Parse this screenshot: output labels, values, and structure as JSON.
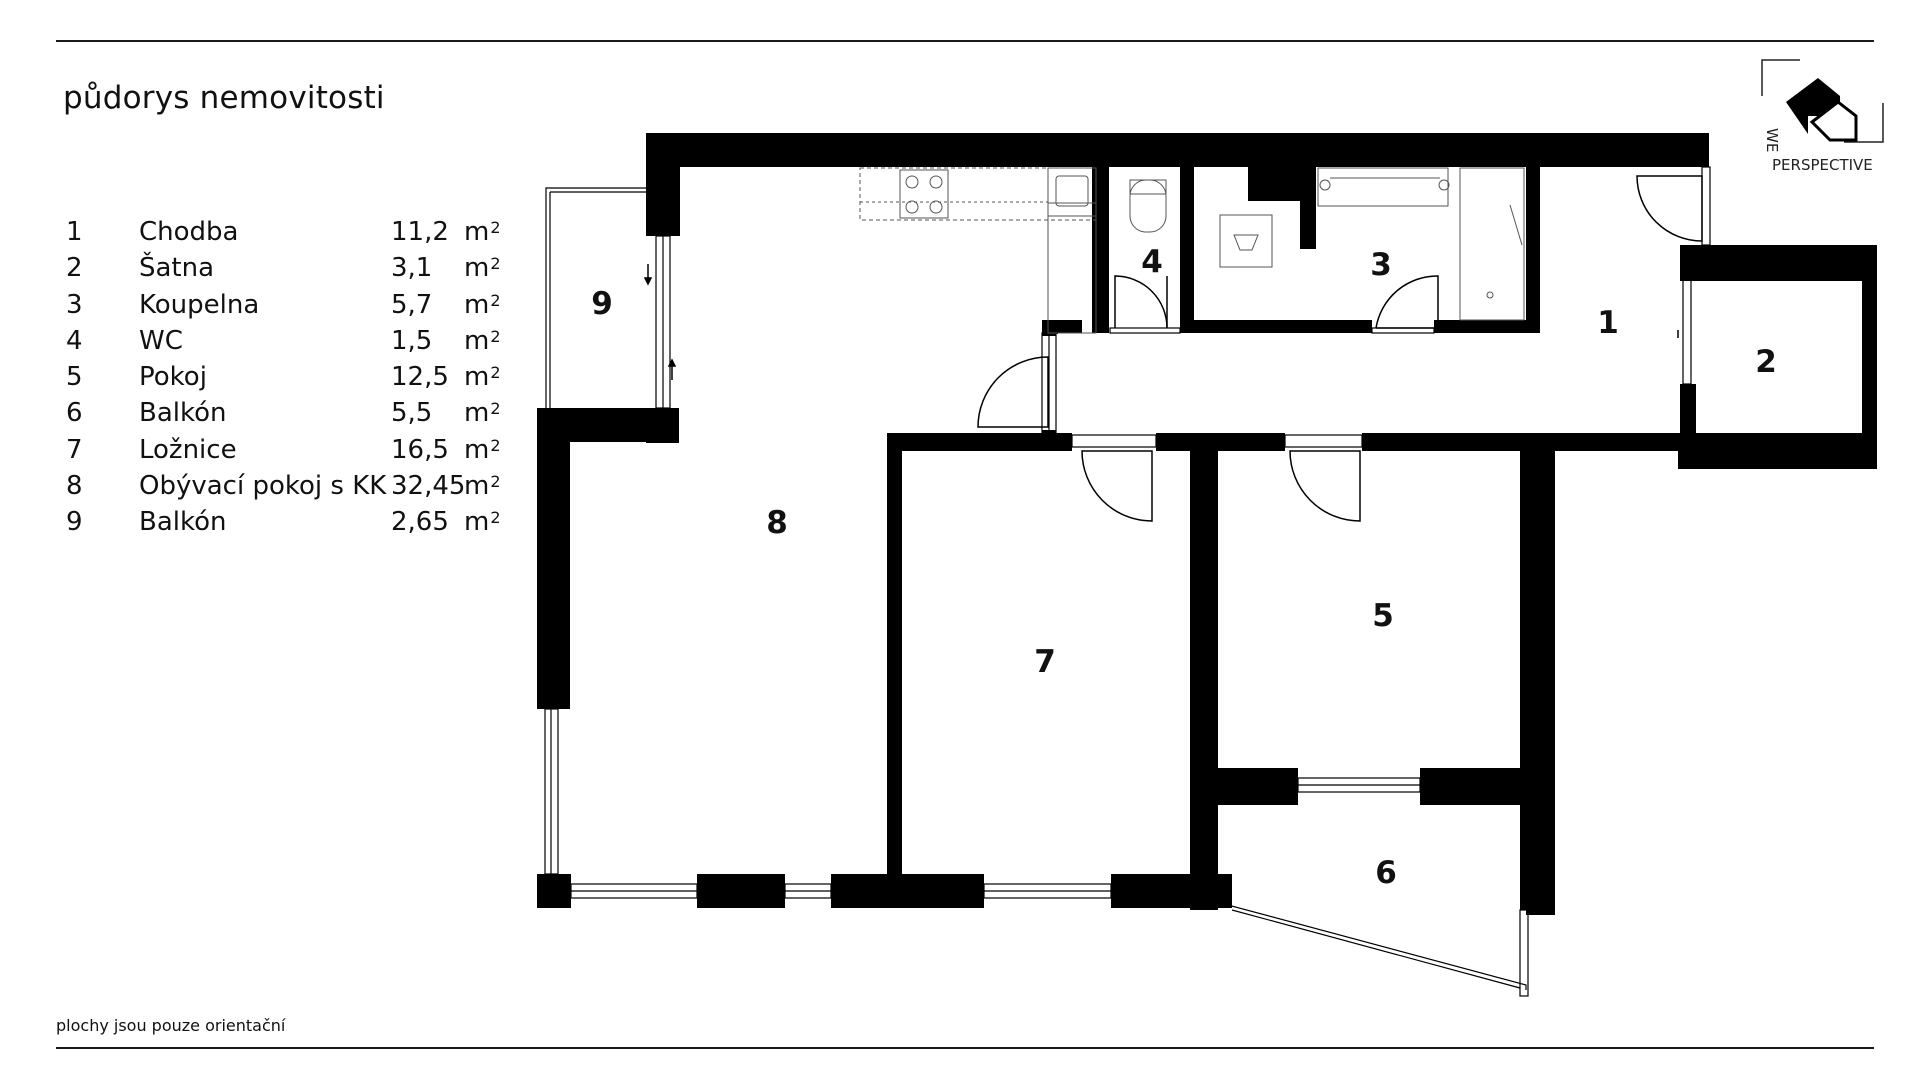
{
  "title": "půdorys nemovitosti",
  "footnote": "plochy jsou pouze orientační",
  "rooms": [
    {
      "number": "1",
      "name": "Chodba",
      "area": "11,2",
      "unit": "m",
      "exp": "2"
    },
    {
      "number": "2",
      "name": "Šatna",
      "area": "3,1",
      "unit": "m",
      "exp": "2"
    },
    {
      "number": "3",
      "name": "Koupelna",
      "area": "5,7",
      "unit": "m",
      "exp": "2"
    },
    {
      "number": "4",
      "name": "WC",
      "area": "1,5",
      "unit": "m",
      "exp": "2"
    },
    {
      "number": "5",
      "name": "Pokoj",
      "area": "12,5",
      "unit": "m",
      "exp": "2"
    },
    {
      "number": "6",
      "name": "Balkón",
      "area": "5,5",
      "unit": "m",
      "exp": "2"
    },
    {
      "number": "7",
      "name": "Ložnice",
      "area": "16,5",
      "unit": "m",
      "exp": "2"
    },
    {
      "number": "8",
      "name": "Obývací pokoj s KK",
      "area": "32,45",
      "unit": "m",
      "exp": "2"
    },
    {
      "number": "9",
      "name": "Balkón",
      "area": "2,65",
      "unit": "m",
      "exp": "2"
    }
  ],
  "plan_labels": {
    "r1": "1",
    "r2": "2",
    "r3": "3",
    "r4": "4",
    "r5": "5",
    "r6": "6",
    "r7": "7",
    "r8": "8",
    "r9": "9"
  },
  "logo": {
    "line1": "WE",
    "line2": "PERSPECTIVE"
  },
  "colors": {
    "wall": "#000000",
    "background": "#ffffff",
    "text": "#111111"
  }
}
